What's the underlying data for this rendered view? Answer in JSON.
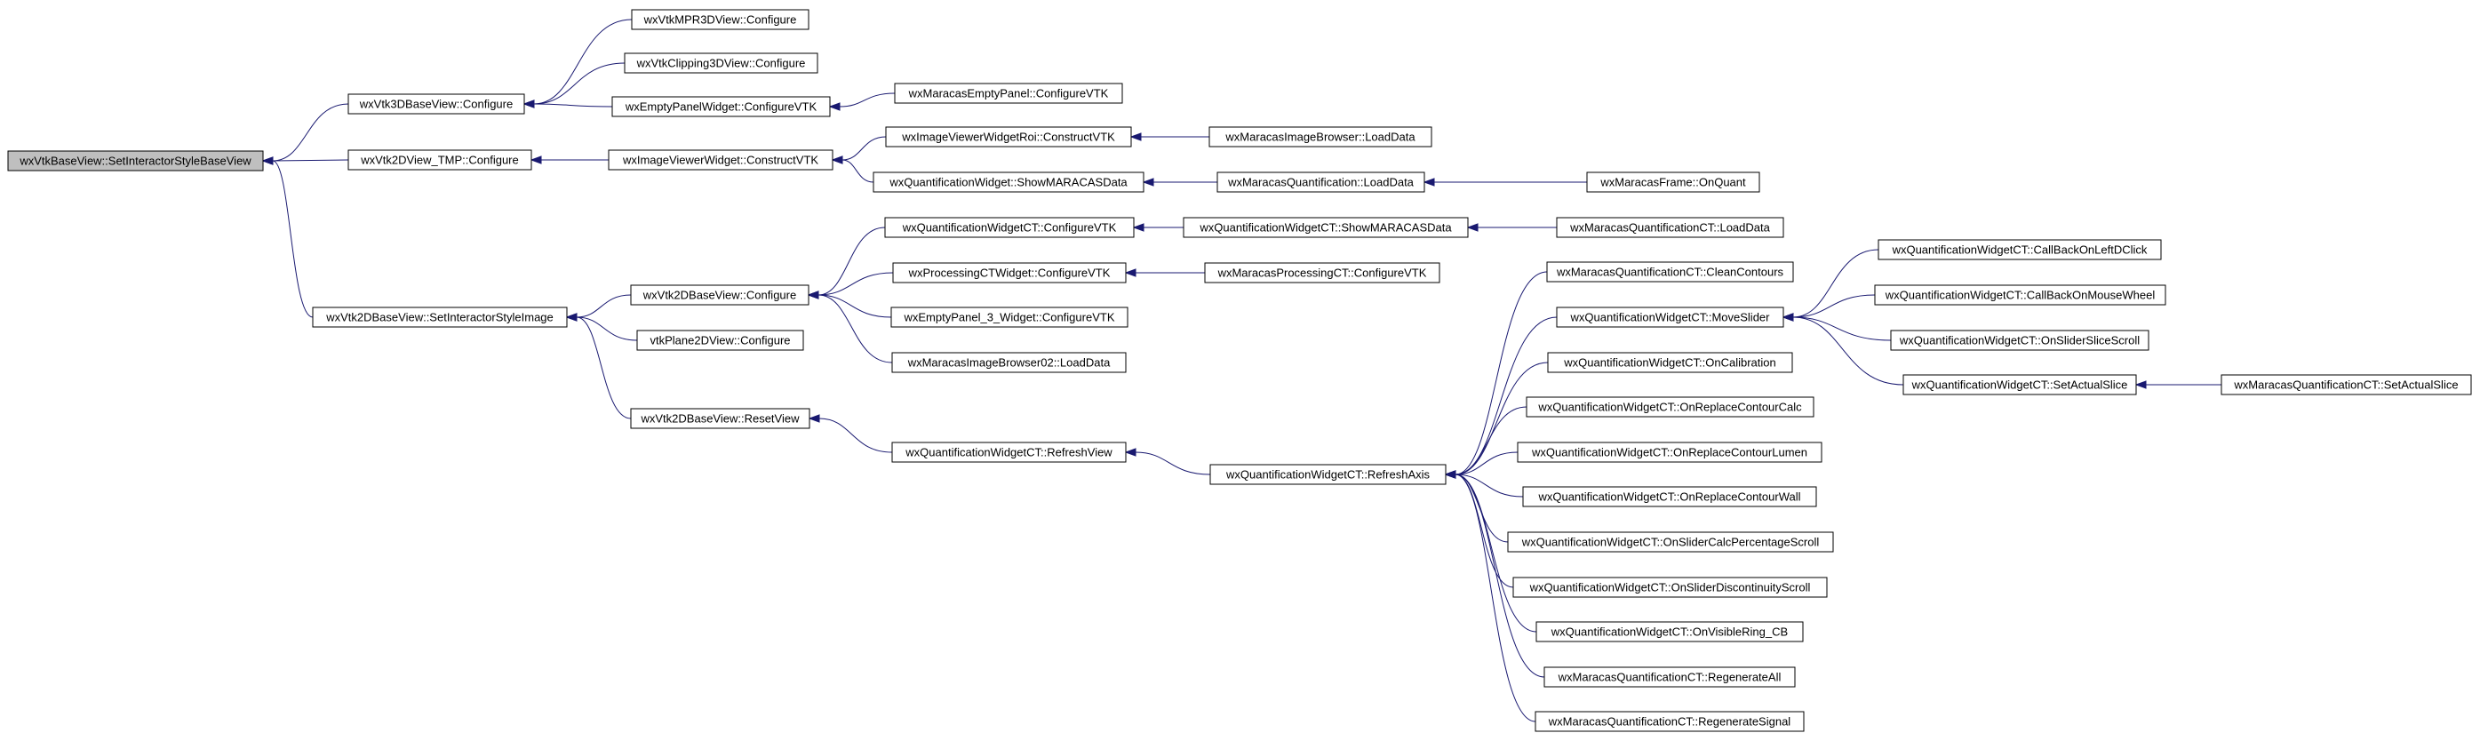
{
  "diagram": {
    "type": "call-graph",
    "nodes": [
      {
        "id": "root",
        "label": "wxVtkBaseView::SetInteractorStyleBaseView"
      },
      {
        "id": "vtk3d_configure",
        "label": "wxVtk3DBaseView::Configure"
      },
      {
        "id": "vtk2dtmp_configure",
        "label": "wxVtk2DView_TMP::Configure"
      },
      {
        "id": "vtk2d_setstyle",
        "label": "wxVtk2DBaseView::SetInteractorStyleImage"
      },
      {
        "id": "mpr3d_configure",
        "label": "wxVtkMPR3DView::Configure"
      },
      {
        "id": "clipping3d_configure",
        "label": "wxVtkClipping3DView::Configure"
      },
      {
        "id": "emptypanelwidget_configurevtk",
        "label": "wxEmptyPanelWidget::ConfigureVTK"
      },
      {
        "id": "maracasemptypanel_configurevtk",
        "label": "wxMaracasEmptyPanel::ConfigureVTK"
      },
      {
        "id": "imageviewer_construct",
        "label": "wxImageViewerWidget::ConstructVTK"
      },
      {
        "id": "imageviewerroi_construct",
        "label": "wxImageViewerWidgetRoi::ConstructVTK"
      },
      {
        "id": "maracasimagebrowser_load",
        "label": "wxMaracasImageBrowser::LoadData"
      },
      {
        "id": "quantwidget_show",
        "label": "wxQuantificationWidget::ShowMARACASData"
      },
      {
        "id": "maracasquant_load",
        "label": "wxMaracasQuantification::LoadData"
      },
      {
        "id": "maracasframe_onquant",
        "label": "wxMaracasFrame::OnQuant"
      },
      {
        "id": "vtk2d_configure",
        "label": "wxVtk2DBaseView::Configure"
      },
      {
        "id": "vtkplane2d_configure",
        "label": "vtkPlane2DView::Configure"
      },
      {
        "id": "vtk2d_resetview",
        "label": "wxVtk2DBaseView::ResetView"
      },
      {
        "id": "quantct_configurevtk",
        "label": "wxQuantificationWidgetCT::ConfigureVTK"
      },
      {
        "id": "quantct_show",
        "label": "wxQuantificationWidgetCT::ShowMARACASData"
      },
      {
        "id": "maracasquantct_load",
        "label": "wxMaracasQuantificationCT::LoadData"
      },
      {
        "id": "processingct_configurevtk",
        "label": "wxProcessingCTWidget::ConfigureVTK"
      },
      {
        "id": "maracasprocessingct_configurevtk",
        "label": "wxMaracasProcessingCT::ConfigureVTK"
      },
      {
        "id": "emptypanel3_configurevtk",
        "label": "wxEmptyPanel_3_Widget::ConfigureVTK"
      },
      {
        "id": "maracasimagebrowser02_load",
        "label": "wxMaracasImageBrowser02::LoadData"
      },
      {
        "id": "quantct_refreshview",
        "label": "wxQuantificationWidgetCT::RefreshView"
      },
      {
        "id": "quantct_refreshaxis",
        "label": "wxQuantificationWidgetCT::RefreshAxis"
      },
      {
        "id": "mqct_cleancontours",
        "label": "wxMaracasQuantificationCT::CleanContours"
      },
      {
        "id": "quantct_moveslider",
        "label": "wxQuantificationWidgetCT::MoveSlider"
      },
      {
        "id": "quantct_oncalibration",
        "label": "wxQuantificationWidgetCT::OnCalibration"
      },
      {
        "id": "quantct_onreplacecalc",
        "label": "wxQuantificationWidgetCT::OnReplaceContourCalc"
      },
      {
        "id": "quantct_onreplacelumen",
        "label": "wxQuantificationWidgetCT::OnReplaceContourLumen"
      },
      {
        "id": "quantct_onreplacewall",
        "label": "wxQuantificationWidgetCT::OnReplaceContourWall"
      },
      {
        "id": "quantct_onslidercalc",
        "label": "wxQuantificationWidgetCT::OnSliderCalcPercentageScroll"
      },
      {
        "id": "quantct_onsliderdisc",
        "label": "wxQuantificationWidgetCT::OnSliderDiscontinuityScroll"
      },
      {
        "id": "quantct_onvisiblering",
        "label": "wxQuantificationWidgetCT::OnVisibleRing_CB"
      },
      {
        "id": "mqct_regenerateall",
        "label": "wxMaracasQuantificationCT::RegenerateAll"
      },
      {
        "id": "mqct_regeneratesignal",
        "label": "wxMaracasQuantificationCT::RegenerateSignal"
      },
      {
        "id": "quantct_callbackleftdclick",
        "label": "wxQuantificationWidgetCT::CallBackOnLeftDClick"
      },
      {
        "id": "quantct_callbackmousewheel",
        "label": "wxQuantificationWidgetCT::CallBackOnMouseWheel"
      },
      {
        "id": "quantct_onsliderslice",
        "label": "wxQuantificationWidgetCT::OnSliderSliceScroll"
      },
      {
        "id": "quantct_setactualslice",
        "label": "wxQuantificationWidgetCT::SetActualSlice"
      },
      {
        "id": "mqct_setactualslice",
        "label": "wxMaracasQuantificationCT::SetActualSlice"
      }
    ],
    "edges": [
      {
        "from": "vtk3d_configure",
        "to": "root"
      },
      {
        "from": "vtk2dtmp_configure",
        "to": "root"
      },
      {
        "from": "vtk2d_setstyle",
        "to": "root"
      },
      {
        "from": "mpr3d_configure",
        "to": "vtk3d_configure"
      },
      {
        "from": "clipping3d_configure",
        "to": "vtk3d_configure"
      },
      {
        "from": "emptypanelwidget_configurevtk",
        "to": "vtk3d_configure"
      },
      {
        "from": "maracasemptypanel_configurevtk",
        "to": "emptypanelwidget_configurevtk"
      },
      {
        "from": "imageviewer_construct",
        "to": "vtk2dtmp_configure"
      },
      {
        "from": "imageviewerroi_construct",
        "to": "imageviewer_construct"
      },
      {
        "from": "quantwidget_show",
        "to": "imageviewer_construct"
      },
      {
        "from": "maracasimagebrowser_load",
        "to": "imageviewerroi_construct"
      },
      {
        "from": "maracasquant_load",
        "to": "quantwidget_show"
      },
      {
        "from": "maracasframe_onquant",
        "to": "maracasquant_load"
      },
      {
        "from": "vtk2d_configure",
        "to": "vtk2d_setstyle"
      },
      {
        "from": "vtkplane2d_configure",
        "to": "vtk2d_setstyle"
      },
      {
        "from": "vtk2d_resetview",
        "to": "vtk2d_setstyle"
      },
      {
        "from": "quantct_configurevtk",
        "to": "vtk2d_configure"
      },
      {
        "from": "processingct_configurevtk",
        "to": "vtk2d_configure"
      },
      {
        "from": "emptypanel3_configurevtk",
        "to": "vtk2d_configure"
      },
      {
        "from": "maracasimagebrowser02_load",
        "to": "vtk2d_configure"
      },
      {
        "from": "quantct_show",
        "to": "quantct_configurevtk"
      },
      {
        "from": "maracasquantct_load",
        "to": "quantct_show"
      },
      {
        "from": "maracasprocessingct_configurevtk",
        "to": "processingct_configurevtk"
      },
      {
        "from": "quantct_refreshview",
        "to": "vtk2d_resetview"
      },
      {
        "from": "quantct_refreshaxis",
        "to": "quantct_refreshview"
      },
      {
        "from": "mqct_cleancontours",
        "to": "quantct_refreshaxis"
      },
      {
        "from": "quantct_moveslider",
        "to": "quantct_refreshaxis"
      },
      {
        "from": "quantct_oncalibration",
        "to": "quantct_refreshaxis"
      },
      {
        "from": "quantct_onreplacecalc",
        "to": "quantct_refreshaxis"
      },
      {
        "from": "quantct_onreplacelumen",
        "to": "quantct_refreshaxis"
      },
      {
        "from": "quantct_onreplacewall",
        "to": "quantct_refreshaxis"
      },
      {
        "from": "quantct_onslidercalc",
        "to": "quantct_refreshaxis"
      },
      {
        "from": "quantct_onsliderdisc",
        "to": "quantct_refreshaxis"
      },
      {
        "from": "quantct_onvisiblering",
        "to": "quantct_refreshaxis"
      },
      {
        "from": "mqct_regenerateall",
        "to": "quantct_refreshaxis"
      },
      {
        "from": "mqct_regeneratesignal",
        "to": "quantct_refreshaxis"
      },
      {
        "from": "quantct_callbackleftdclick",
        "to": "quantct_moveslider"
      },
      {
        "from": "quantct_callbackmousewheel",
        "to": "quantct_moveslider"
      },
      {
        "from": "quantct_onsliderslice",
        "to": "quantct_moveslider"
      },
      {
        "from": "quantct_setactualslice",
        "to": "quantct_moveslider"
      },
      {
        "from": "mqct_setactualslice",
        "to": "quantct_setactualslice"
      }
    ],
    "colors": {
      "edge": "#191970",
      "root_fill": "#bfbfbf",
      "node_fill": "#ffffff",
      "node_border": "#000000"
    }
  }
}
